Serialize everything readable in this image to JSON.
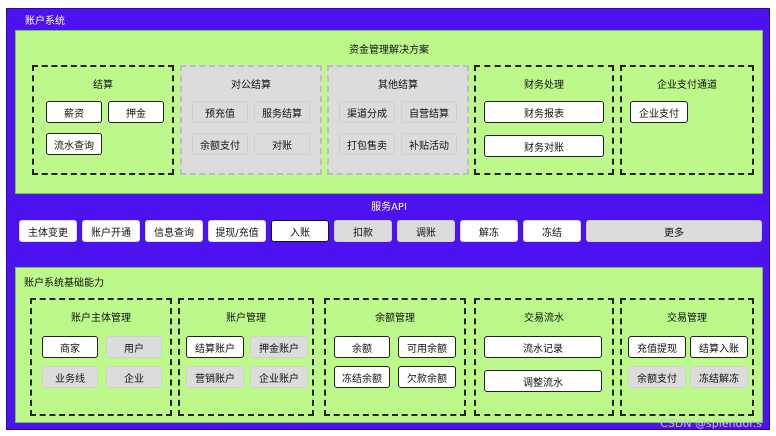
{
  "account_system": {
    "title": "账户系统"
  },
  "fund_solution": {
    "title": "资金管理解决方案",
    "groups": [
      {
        "title": "结算",
        "items": [
          "薪资",
          "押金",
          "流水查询"
        ]
      },
      {
        "title": "对公结算",
        "items": [
          "预充值",
          "服务结算",
          "余额支付",
          "对账"
        ]
      },
      {
        "title": "其他结算",
        "items": [
          "渠道分成",
          "自营结算",
          "打包售卖",
          "补贴活动"
        ]
      },
      {
        "title": "财务处理",
        "items": [
          "财务报表",
          "财务对账"
        ]
      },
      {
        "title": "企业支付通道",
        "items": [
          "企业支付"
        ]
      }
    ]
  },
  "service_api": {
    "title": "服务API",
    "items": [
      "主体变更",
      "账户开通",
      "信息查询",
      "提现/充值",
      "入账",
      "扣款",
      "调账",
      "解冻",
      "冻结",
      "更多"
    ]
  },
  "base_capability": {
    "title": "账户系统基础能力",
    "groups": [
      {
        "title": "账户主体管理",
        "items": [
          "商家",
          "用户",
          "业务线",
          "企业"
        ]
      },
      {
        "title": "账户管理",
        "items": [
          "结算账户",
          "押金账户",
          "营销账户",
          "企业账户"
        ]
      },
      {
        "title": "余额管理",
        "items": [
          "余额",
          "可用余额",
          "冻结余额",
          "欠款余额"
        ]
      },
      {
        "title": "交易流水",
        "items": [
          "流水记录",
          "调整流水"
        ]
      },
      {
        "title": "交易管理",
        "items": [
          "充值提现",
          "结算入账",
          "余额支付",
          "冻结解冻"
        ]
      }
    ]
  },
  "watermark": "CSDN @splendor.s",
  "colors": {
    "outer": "#4d12f0",
    "section": "#bdf98a",
    "inactive": "#dcdcdc"
  }
}
